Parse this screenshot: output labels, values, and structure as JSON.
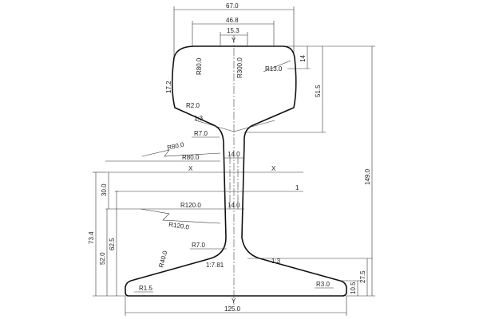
{
  "drawing": {
    "labels": {
      "head_width": "67.0",
      "head_top_width": "46.8",
      "crown_width": "15.3",
      "height_total": "149.0",
      "head_depth": "51.5",
      "head_corner_drop": "14",
      "head_side_depth": "17.2",
      "head_side_radius": "R80.0",
      "crown_radius": "R300.0",
      "corner_radius": "R13.0",
      "fillet_r2": "R2.0",
      "head_slope": "1:3",
      "neck_radius": "R7.0",
      "web_radius_top_a": "R80.0",
      "web_radius_top_b": "R80.0",
      "web_width_top": "14.0",
      "web_width_bottom": "14.0",
      "axis_x_left": "X",
      "axis_x_right": "X",
      "axis_y_top": "Y",
      "axis_y_bottom": "Y",
      "axis_one": "1",
      "dim_30": "30.0",
      "web_radius_bottom_a": "R120.0",
      "web_radius_bottom_b": "R120.0",
      "dim_73_4": "73.4",
      "dim_62_5": "62.5",
      "dim_52_0": "52.0",
      "foot_radius_7": "R7.0",
      "foot_radius_40": "R40.0",
      "foot_slope_left": "1:7.81",
      "foot_slope_right": "1:3",
      "foot_edge_left": "R1.5",
      "foot_edge_right": "R3.0",
      "dim_27_5": "27.5",
      "dim_10_5": "10.5",
      "base_width": "125.0"
    }
  }
}
